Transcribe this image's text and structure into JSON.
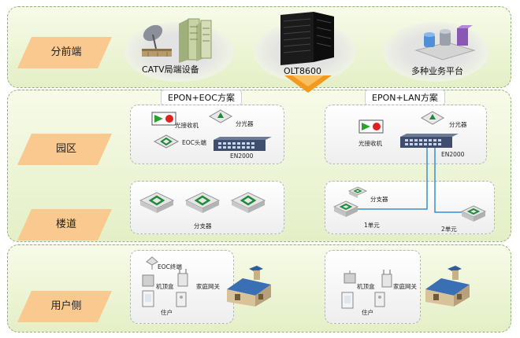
{
  "tiers": {
    "headend": "分前端",
    "campus": "园区",
    "corridor": "楼道",
    "user_side": "用户侧"
  },
  "headend": {
    "catv": "CATV局端设备",
    "olt": "OLT8600",
    "platform": "多种业务平台"
  },
  "eoc": {
    "title": "EPON+EOC方案",
    "optical_receiver": "光接收机",
    "splitter": "分光器",
    "eoc_head": "EOC头端",
    "switch_model": "EN2000",
    "branch": "分支器",
    "eoc_terminal": "EOC终端",
    "set_top_box": "机顶盒",
    "home_gateway": "家庭网关",
    "resident": "住户"
  },
  "lan": {
    "title": "EPON+LAN方案",
    "optical_receiver": "光接收机",
    "splitter": "分光器",
    "switch_model": "EN2000",
    "branch": "分支器",
    "unit1": "1单元",
    "unit2": "2单元",
    "set_top_box": "机顶盒",
    "home_gateway": "家庭网关",
    "resident": "住户"
  },
  "colors": {
    "band_border": "#8fb07a",
    "tier_label": "#f9c98f",
    "arrow": "#f39a1e",
    "link_blue": "#3a8fd0"
  }
}
